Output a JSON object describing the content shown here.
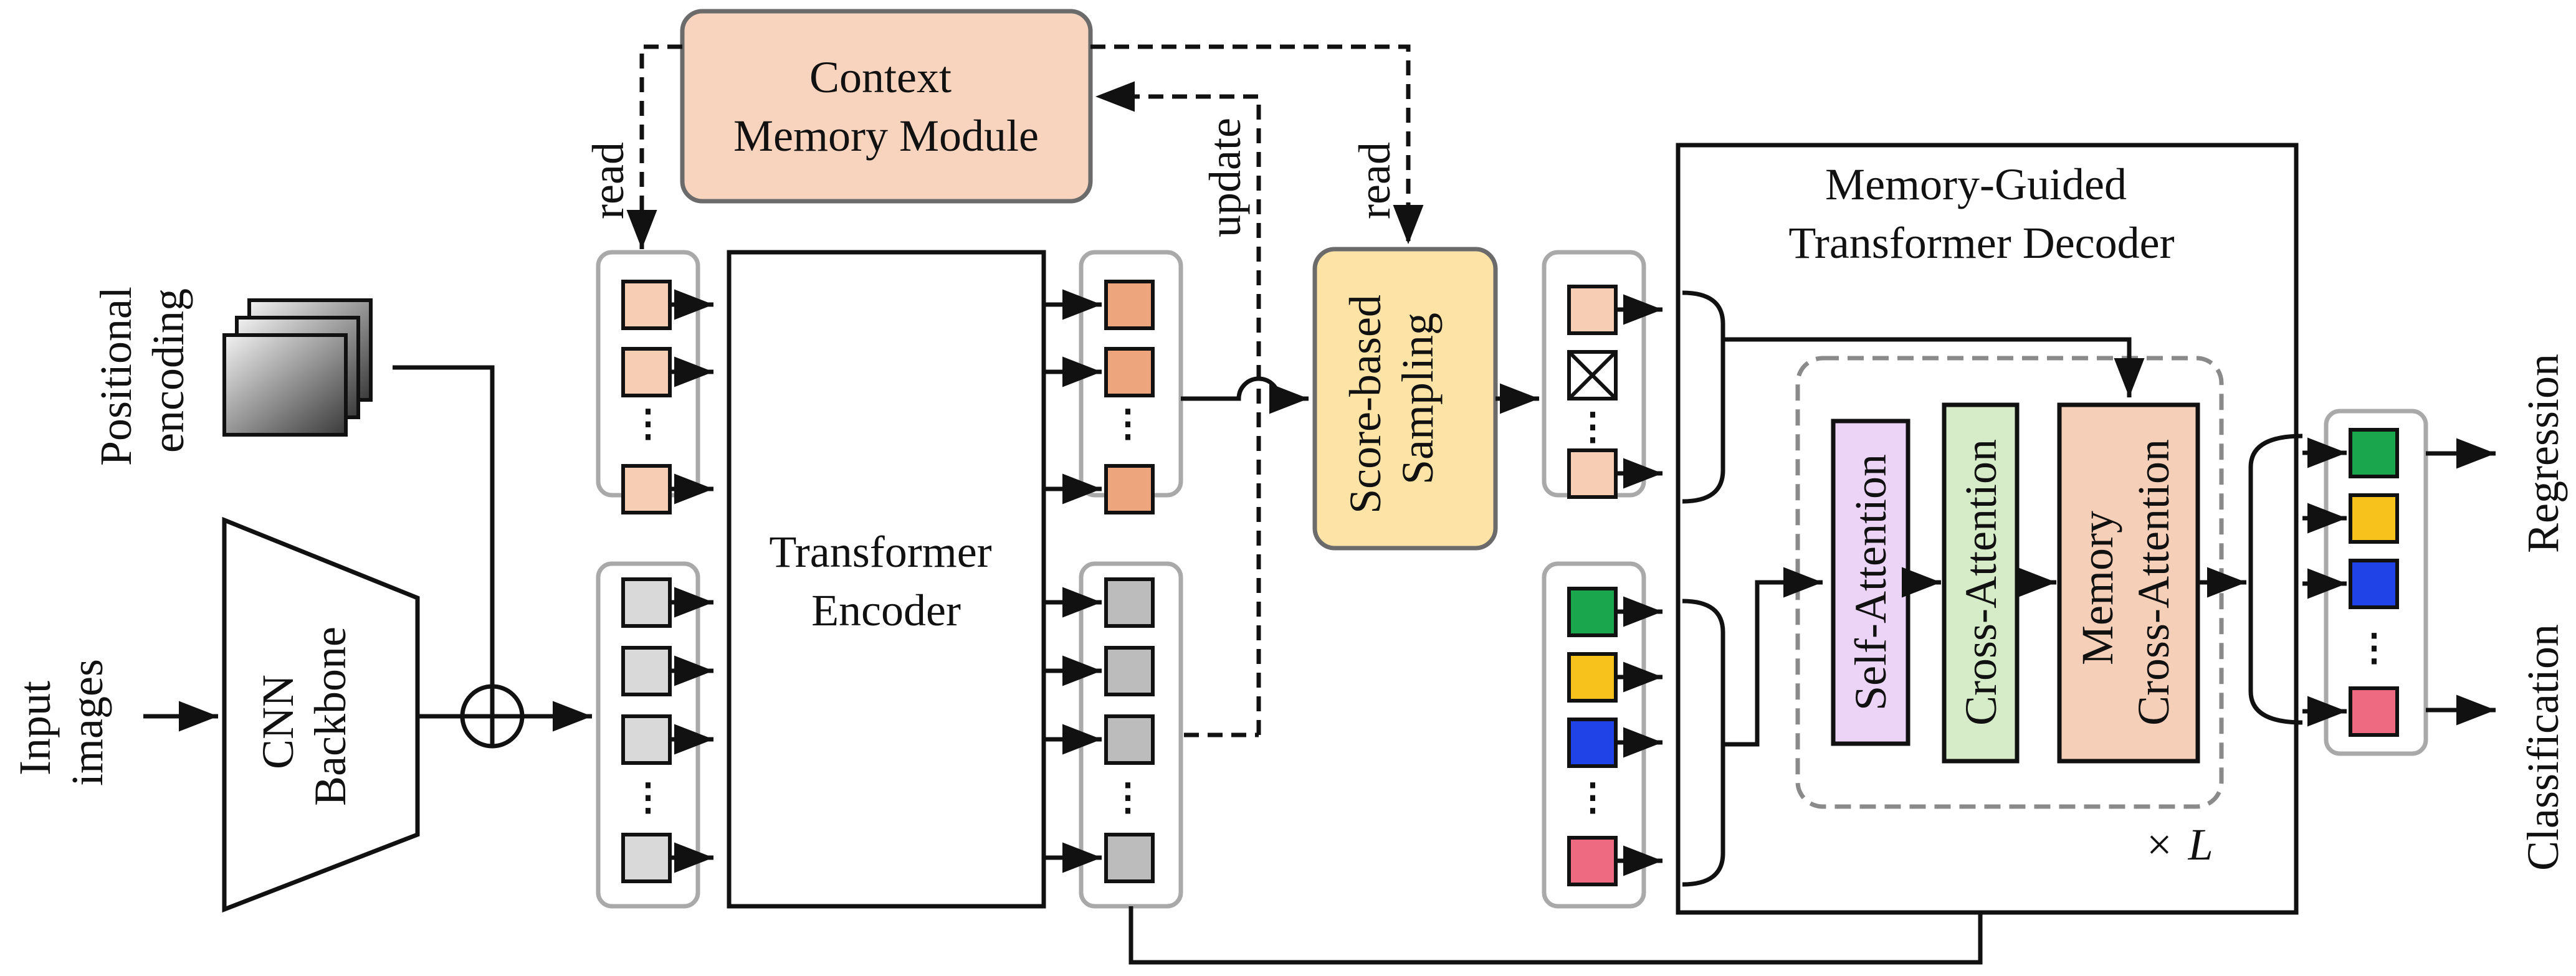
{
  "labels": {
    "input": [
      "Input",
      "images"
    ],
    "positional": [
      "Positional",
      "encoding"
    ],
    "cnn": [
      "CNN",
      "Backbone"
    ],
    "context_memory": [
      "Context",
      "Memory Module"
    ],
    "read_left": "read",
    "update": "update",
    "read_right": "read",
    "encoder": [
      "Transformer",
      "Encoder"
    ],
    "sampling": [
      "Score-based",
      "Sampling"
    ],
    "decoder_title": [
      "Memory-Guided",
      "Transformer Decoder"
    ],
    "self_attention": "Self-Attention",
    "cross_attention": "Cross-Attention",
    "memory_cross_attention": [
      "Memory",
      "Cross-Attention"
    ],
    "repeat": "×",
    "repeat_var": "L",
    "regression": "Regression",
    "classification": "Classification",
    "ellipsis": "⋮"
  },
  "colors": {
    "memory_token": "#f7cdb4",
    "memory_token_enc": "#eda57d",
    "feature_token": "#d9d9d9",
    "feature_token_enc": "#bcbcbc",
    "context_memory_fill": "#f8d3bd",
    "sampling_fill": "#fde4a6",
    "self_attention_fill": "#ecd4f6",
    "cross_attention_fill": "#d6ecc9",
    "memory_cross_fill": "#f6cfb8",
    "query_green": "#1aa64d",
    "query_yellow": "#f6c21b",
    "query_blue": "#1f43e6",
    "query_pink": "#ee6a80",
    "group_border": "#a9a9a9",
    "dashed_border": "#8a8a8a"
  }
}
